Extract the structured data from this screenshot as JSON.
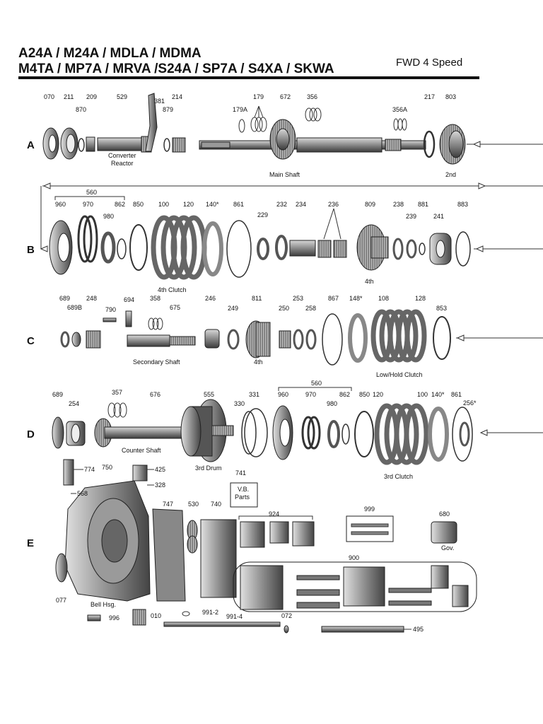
{
  "header": {
    "title_line1": "A24A / M24A / MDLA / MDMA",
    "title_line2": "M4TA / MP7A / MRVA /S24A / SP7A / S4XA / SKWA",
    "subtitle": "FWD 4 Speed"
  },
  "rows": [
    "A",
    "B",
    "C",
    "D",
    "E"
  ],
  "parts": {
    "A": [
      "070",
      "211",
      "870",
      "209",
      "529",
      "381",
      "879",
      "214",
      "179A",
      "179",
      "672",
      "356",
      "356A",
      "217",
      "803"
    ],
    "B": [
      "560",
      "960",
      "970",
      "980",
      "862",
      "850",
      "100",
      "120",
      "140*",
      "861",
      "229",
      "232",
      "234",
      "236",
      "809",
      "238",
      "239",
      "881",
      "241",
      "883"
    ],
    "C": [
      "689",
      "689B",
      "248",
      "790",
      "694",
      "358",
      "675",
      "246",
      "249",
      "811",
      "250",
      "253",
      "258",
      "867",
      "148*",
      "108",
      "128",
      "853"
    ],
    "D": [
      "689",
      "254",
      "357",
      "676",
      "555",
      "330",
      "331",
      "560",
      "960",
      "970",
      "980",
      "862",
      "850",
      "120",
      "100",
      "140*",
      "861",
      "256*"
    ],
    "E": [
      "774",
      "750",
      "425",
      "328",
      "568",
      "741",
      "747",
      "530",
      "740",
      "924",
      "999",
      "680",
      "900",
      "077",
      "996",
      "010",
      "991-2",
      "991-4",
      "072",
      "495"
    ]
  },
  "captions": {
    "converter_reactor": "Converter\nReactor",
    "main_shaft": "Main Shaft",
    "second": "2nd",
    "fourth_clutch": "4th Clutch",
    "fourth_b": "4th",
    "secondary_shaft": "Secondary Shaft",
    "fourth_c": "4th",
    "low_hold_clutch": "Low/Hold Clutch",
    "counter_shaft": "Counter Shaft",
    "third_drum": "3rd Drum",
    "third_clutch": "3rd Clutch",
    "vb_parts": "V.B.\nParts",
    "bell_hsg": "Bell Hsg.",
    "gov": "Gov."
  }
}
